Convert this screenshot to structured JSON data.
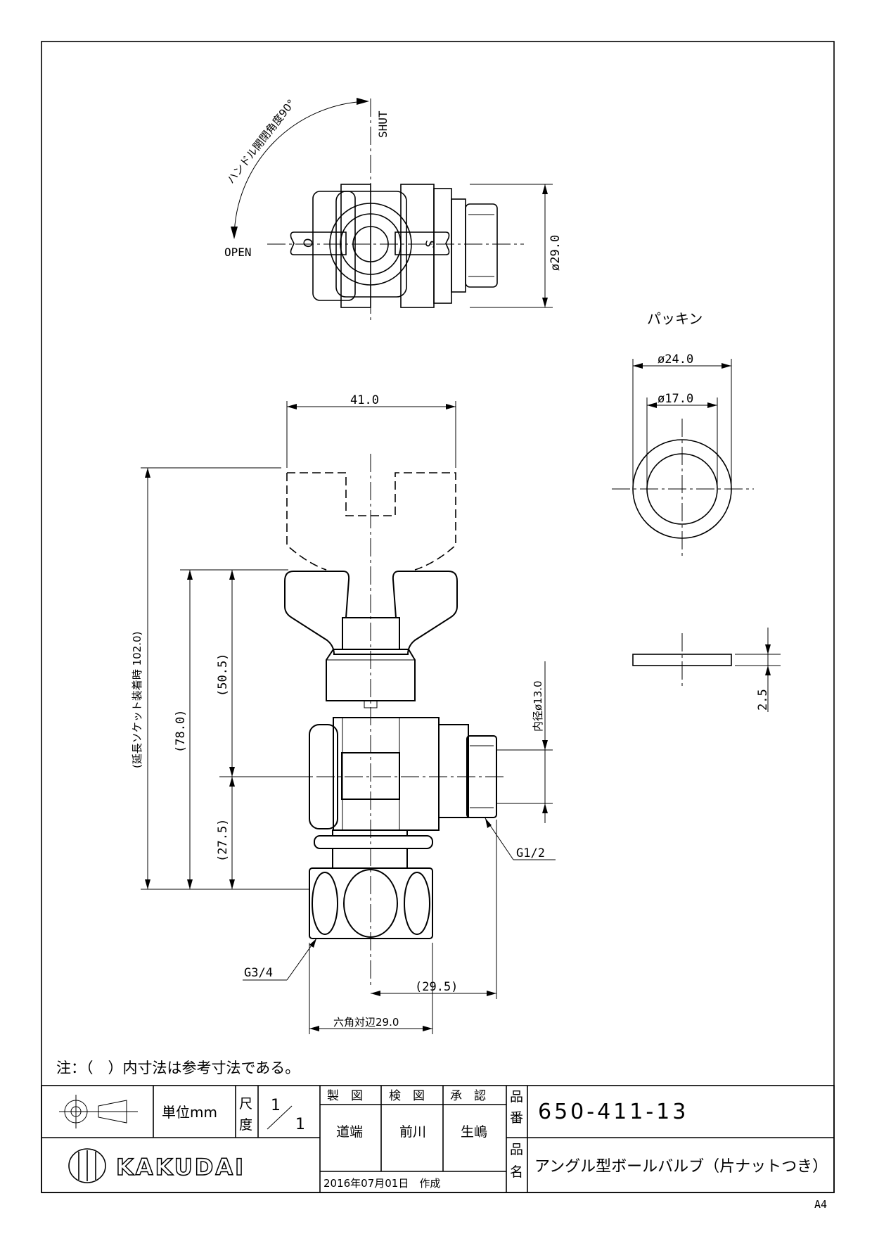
{
  "drawing": {
    "handle_angle_label": "ハンドル開閉角度90°",
    "shut_label": "SHUT",
    "open_label": "OPEN",
    "top_dia": "ø29.0",
    "packing_label": "パッキン",
    "packing_outer_dia": "ø24.0",
    "packing_inner_dia": "ø17.0",
    "packing_thickness": "2.5",
    "width_41": "41.0",
    "ext_socket_label": "(延長ソケット装着時 102.0)",
    "dim_78": "(78.0)",
    "dim_50_5": "(50.5)",
    "dim_27_5": "(27.5)",
    "inner_dia": "内径ø13.0",
    "thread_g12": "G1/2",
    "thread_g34": "G3/4",
    "dim_29_5": "(29.5)",
    "hex_label": "六角対辺29.0",
    "handle_mark_open": "O",
    "handle_mark_shut": "S"
  },
  "note": "注：（　）内寸法は参考寸法である。",
  "title_block": {
    "unit_label": "単位mm",
    "scale_label_1": "尺",
    "scale_label_2": "度",
    "scale_num": "1",
    "scale_den": "1",
    "col_drawn": "製　図",
    "col_checked": "検　図",
    "col_approved": "承　認",
    "name_drawn": "道端",
    "name_checked": "前川",
    "name_approved": "生嶋",
    "date": "2016年07月01日　作成",
    "part_no_label_1": "品",
    "part_no_label_2": "番",
    "part_no": "650-411-13",
    "part_name_label_1": "品",
    "part_name_label_2": "名",
    "part_name": "アングル型ボールバルブ（片ナットつき）",
    "company": "KAKUDAI"
  },
  "paper_size": "A4"
}
